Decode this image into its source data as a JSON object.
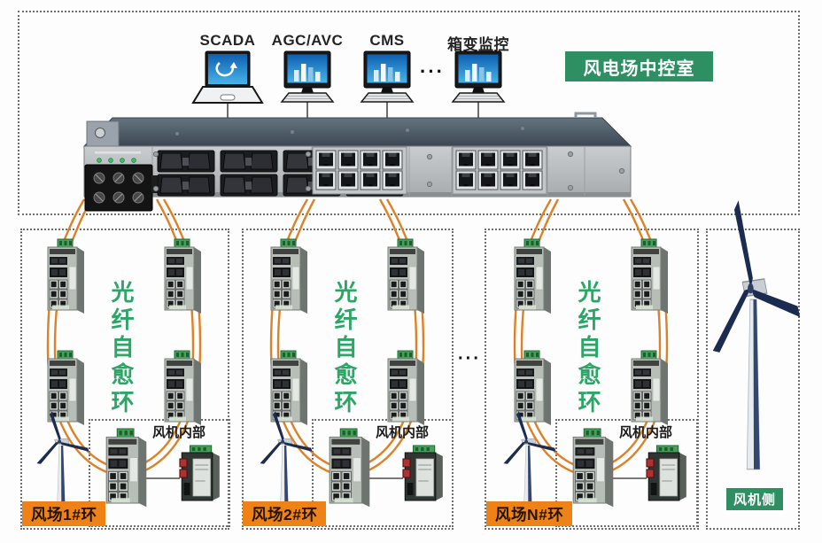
{
  "colors": {
    "badge_green": "#2e8f63",
    "badge_orange": "#ef8216",
    "ring_text_green": "#2da566",
    "fiber_orange": "#dd8127"
  },
  "control_room": {
    "badge": "风电场中控室",
    "computers": [
      {
        "label": "SCADA"
      },
      {
        "label": "AGC/AVC"
      },
      {
        "label": "CMS"
      },
      {
        "label": "箱变监控"
      }
    ],
    "ellipsis": "···"
  },
  "rings": {
    "fiber_ring_label": "光纤自愈环",
    "turbine_internal_label": "风机内部",
    "between_rings_ellipsis": "···",
    "items": [
      {
        "badge": "风场1#环"
      },
      {
        "badge": "风场2#环"
      },
      {
        "badge": "风场N#环"
      }
    ]
  },
  "turbine_side": {
    "badge": "风机侧"
  }
}
